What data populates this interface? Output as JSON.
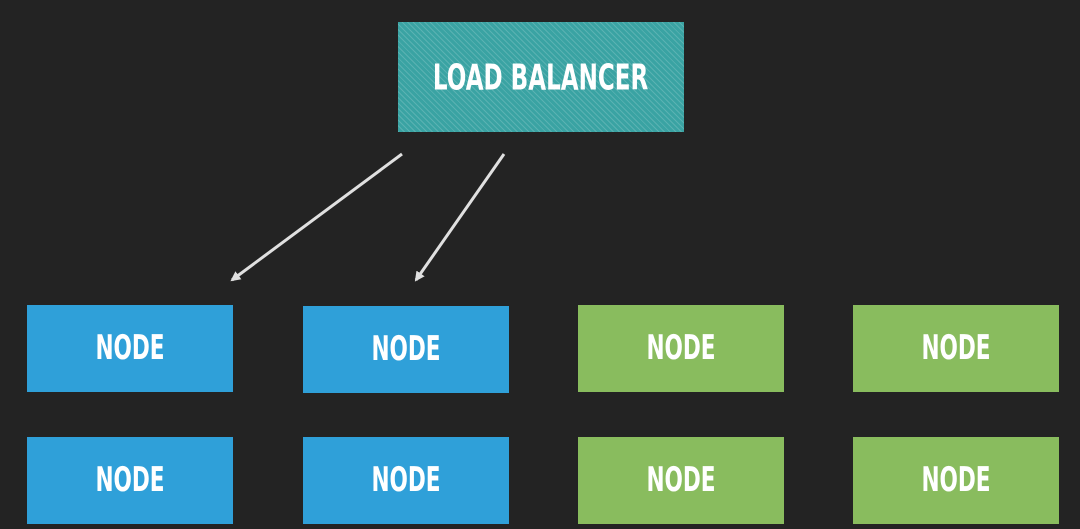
{
  "load_balancer": {
    "label": "LOAD BALANCER",
    "color": "#3aa3a3"
  },
  "nodes": [
    {
      "label": "NODE",
      "group": "blue"
    },
    {
      "label": "NODE",
      "group": "blue"
    },
    {
      "label": "NODE",
      "group": "green"
    },
    {
      "label": "NODE",
      "group": "green"
    },
    {
      "label": "NODE",
      "group": "blue"
    },
    {
      "label": "NODE",
      "group": "blue"
    },
    {
      "label": "NODE",
      "group": "green"
    },
    {
      "label": "NODE",
      "group": "green"
    }
  ],
  "colors": {
    "background": "#232323",
    "blue": "#2fa0d9",
    "green": "#89bc5e",
    "arrow": "#e0e0e0"
  },
  "arrows": [
    {
      "from": "load-balancer",
      "to": "node-1"
    },
    {
      "from": "load-balancer",
      "to": "node-2"
    }
  ]
}
